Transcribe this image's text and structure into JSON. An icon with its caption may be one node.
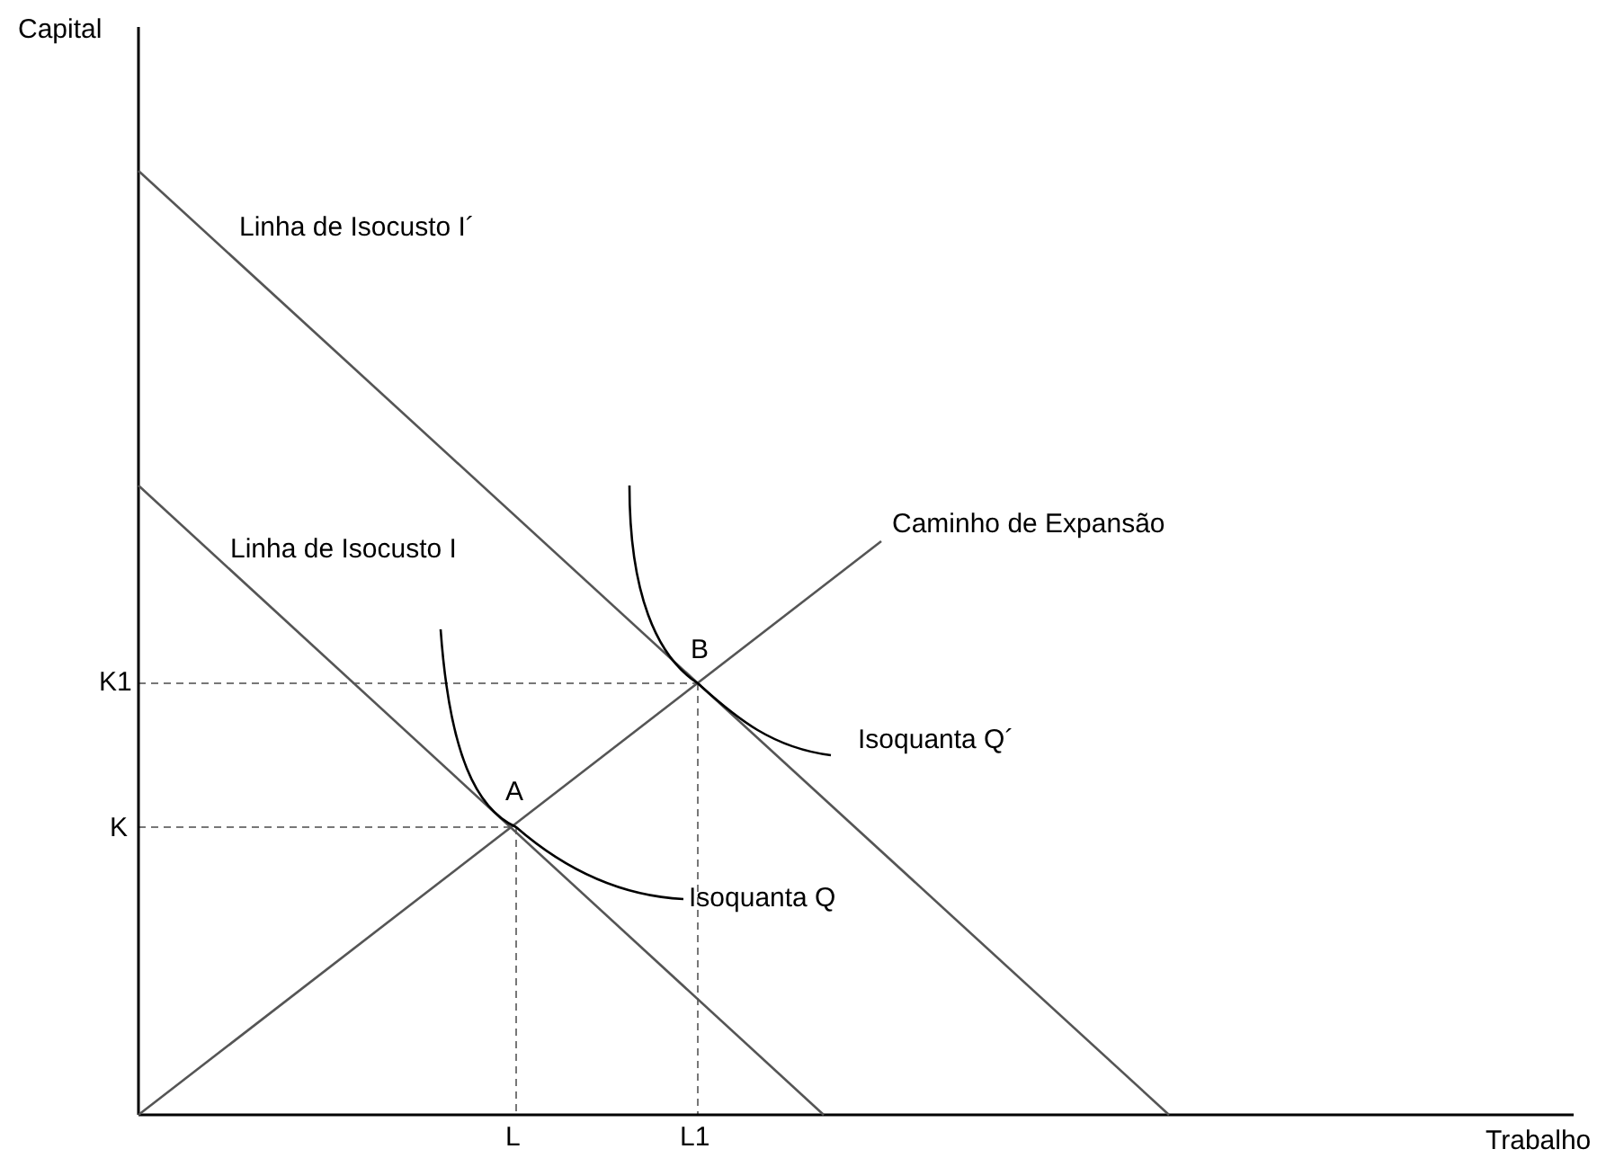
{
  "diagram": {
    "labels": [
      "Capital",
      "Linha de Isocusto I´",
      "Caminho de Expansão",
      "Linha de Isocusto I",
      "B",
      "K1",
      "Isoquanta Q´",
      "A",
      "K",
      "Isoquanta Q",
      "L",
      "L1",
      "Trabalho"
    ]
  }
}
